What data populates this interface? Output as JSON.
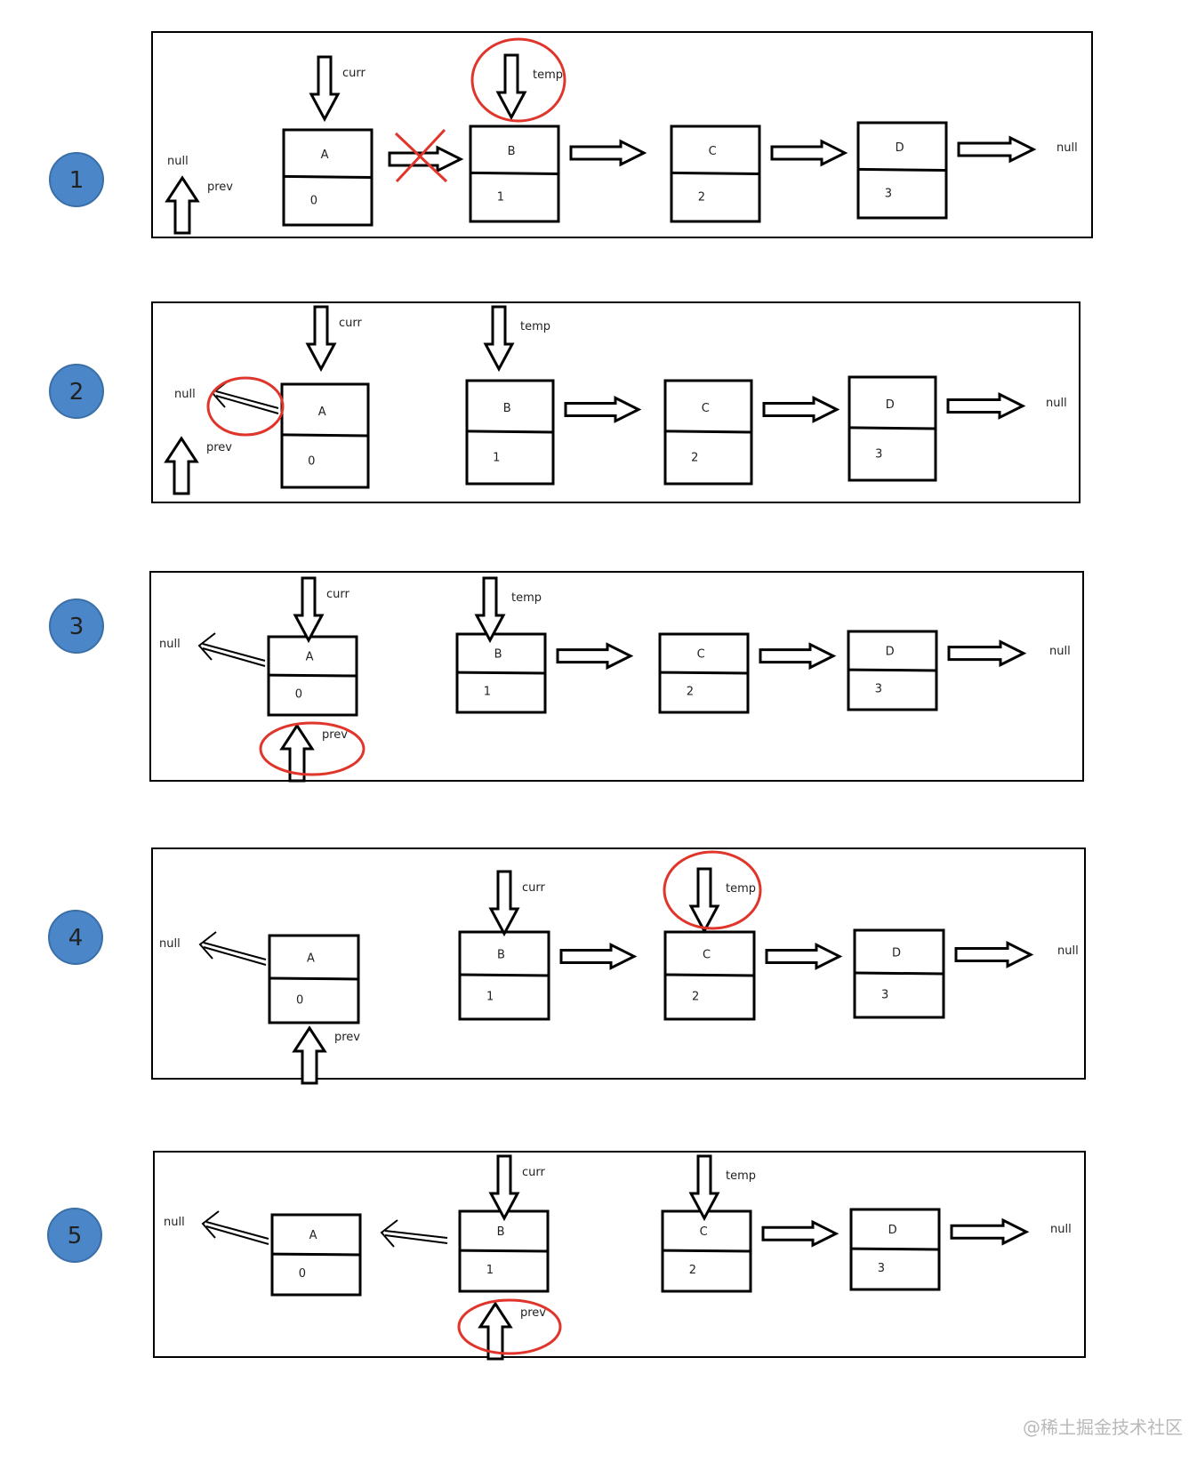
{
  "steps": [
    {
      "num": "1",
      "nodes": [
        {
          "letter": "A",
          "value": "0"
        },
        {
          "letter": "B",
          "value": "1"
        },
        {
          "letter": "C",
          "value": "2"
        },
        {
          "letter": "D",
          "value": "3"
        }
      ],
      "labels": {
        "curr": "curr",
        "temp": "temp",
        "prev": "prev",
        "null_left": "null",
        "null_right": "null"
      },
      "links_cut": [
        "A->B"
      ],
      "highlighted": [
        "temp"
      ]
    },
    {
      "num": "2",
      "nodes": [
        {
          "letter": "A",
          "value": "0"
        },
        {
          "letter": "B",
          "value": "1"
        },
        {
          "letter": "C",
          "value": "2"
        },
        {
          "letter": "D",
          "value": "3"
        }
      ],
      "labels": {
        "curr": "curr",
        "temp": "temp",
        "prev": "prev",
        "null_left": "null",
        "null_right": "null"
      },
      "links_reversed": [
        "A->null"
      ],
      "highlighted": [
        "A->null link"
      ]
    },
    {
      "num": "3",
      "nodes": [
        {
          "letter": "A",
          "value": "0"
        },
        {
          "letter": "B",
          "value": "1"
        },
        {
          "letter": "C",
          "value": "2"
        },
        {
          "letter": "D",
          "value": "3"
        }
      ],
      "labels": {
        "curr": "curr",
        "temp": "temp",
        "prev": "prev",
        "null_left": "null",
        "null_right": "null"
      },
      "highlighted": [
        "prev"
      ]
    },
    {
      "num": "4",
      "nodes": [
        {
          "letter": "A",
          "value": "0"
        },
        {
          "letter": "B",
          "value": "1"
        },
        {
          "letter": "C",
          "value": "2"
        },
        {
          "letter": "D",
          "value": "3"
        }
      ],
      "labels": {
        "curr": "curr",
        "temp": "temp",
        "prev": "prev",
        "null_left": "null",
        "null_right": "null"
      },
      "highlighted": [
        "temp"
      ]
    },
    {
      "num": "5",
      "nodes": [
        {
          "letter": "A",
          "value": "0"
        },
        {
          "letter": "B",
          "value": "1"
        },
        {
          "letter": "C",
          "value": "2"
        },
        {
          "letter": "D",
          "value": "3"
        }
      ],
      "labels": {
        "curr": "curr",
        "temp": "temp",
        "prev": "prev",
        "null_left": "null",
        "null_right": "null"
      },
      "highlighted": [
        "prev"
      ]
    }
  ],
  "watermark": "@稀土掘金技术社区",
  "colors": {
    "badge": "#4a86c8",
    "badge_border": "#3a6fa8",
    "highlight": "#e0352b",
    "stroke": "#000000"
  }
}
